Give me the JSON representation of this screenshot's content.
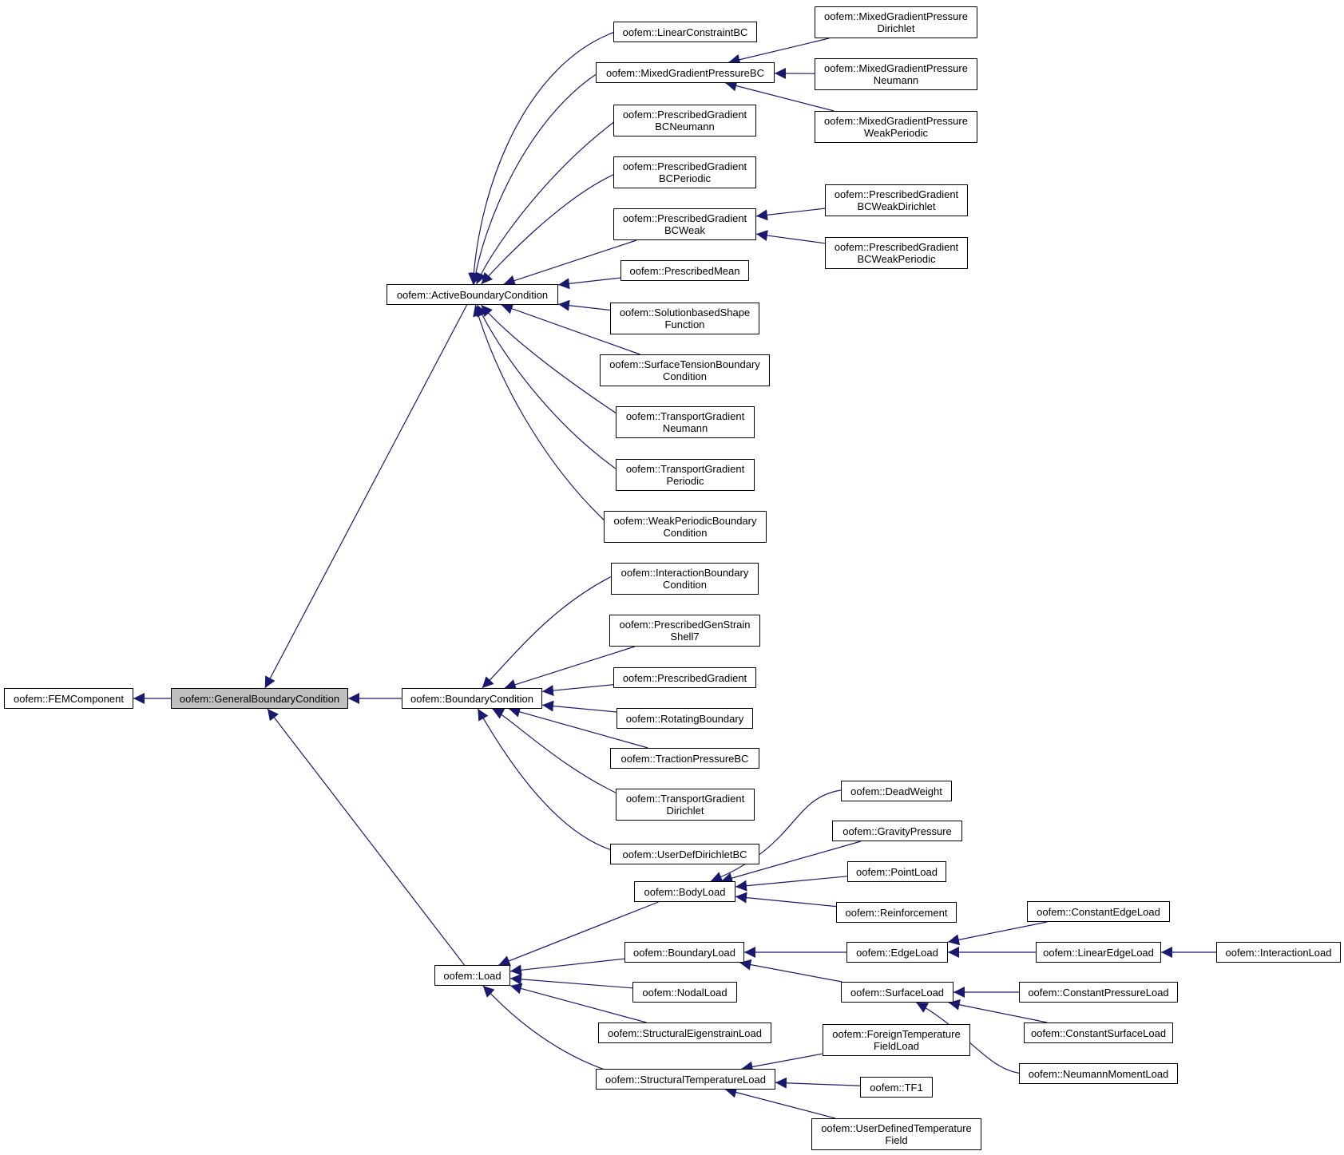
{
  "colors": {
    "edge": "#191970",
    "focus_fill": "#bfbfbf",
    "node_border": "#000000"
  },
  "nodes": {
    "fem": [
      "oofem::FEMComponent"
    ],
    "gbc": [
      "oofem::GeneralBoundaryCondition"
    ],
    "abc": [
      "oofem::ActiveBoundaryCondition"
    ],
    "bc": [
      "oofem::BoundaryCondition"
    ],
    "load": [
      "oofem::Load"
    ],
    "lcbc": [
      "oofem::LinearConstraintBC"
    ],
    "mgpbc": [
      "oofem::MixedGradientPressureBC"
    ],
    "mgpd": [
      "oofem::MixedGradientPressure",
      "Dirichlet"
    ],
    "mgpn": [
      "oofem::MixedGradientPressure",
      "Neumann"
    ],
    "mgpw": [
      "oofem::MixedGradientPressure",
      "WeakPeriodic"
    ],
    "pgbn": [
      "oofem::PrescribedGradient",
      "BCNeumann"
    ],
    "pgbp": [
      "oofem::PrescribedGradient",
      "BCPeriodic"
    ],
    "pgbw": [
      "oofem::PrescribedGradient",
      "BCWeak"
    ],
    "pgbwd": [
      "oofem::PrescribedGradient",
      "BCWeakDirichlet"
    ],
    "pgbwp": [
      "oofem::PrescribedGradient",
      "BCWeakPeriodic"
    ],
    "pmean": [
      "oofem::PrescribedMean"
    ],
    "sbsf": [
      "oofem::SolutionbasedShape",
      "Function"
    ],
    "stbc": [
      "oofem::SurfaceTensionBoundary",
      "Condition"
    ],
    "tgn": [
      "oofem::TransportGradient",
      "Neumann"
    ],
    "tgp": [
      "oofem::TransportGradient",
      "Periodic"
    ],
    "wpbc": [
      "oofem::WeakPeriodicBoundary",
      "Condition"
    ],
    "ibc": [
      "oofem::InteractionBoundary",
      "Condition"
    ],
    "pgs": [
      "oofem::PrescribedGenStrain",
      "Shell7"
    ],
    "pg": [
      "oofem::PrescribedGradient"
    ],
    "rb": [
      "oofem::RotatingBoundary"
    ],
    "tpbc": [
      "oofem::TractionPressureBC"
    ],
    "tgd": [
      "oofem::TransportGradient",
      "Dirichlet"
    ],
    "uddbc": [
      "oofem::UserDefDirichletBC"
    ],
    "bodyload": [
      "oofem::BodyLoad"
    ],
    "deadweight": [
      "oofem::DeadWeight"
    ],
    "gravp": [
      "oofem::GravityPressure"
    ],
    "pointload": [
      "oofem::PointLoad"
    ],
    "reinf": [
      "oofem::Reinforcement"
    ],
    "boundaryload": [
      "oofem::BoundaryLoad"
    ],
    "edgeload": [
      "oofem::EdgeLoad"
    ],
    "cel": [
      "oofem::ConstantEdgeLoad"
    ],
    "lel": [
      "oofem::LinearEdgeLoad"
    ],
    "il": [
      "oofem::InteractionLoad"
    ],
    "surfaceload": [
      "oofem::SurfaceLoad"
    ],
    "cpl": [
      "oofem::ConstantPressureLoad"
    ],
    "csl": [
      "oofem::ConstantSurfaceLoad"
    ],
    "nml": [
      "oofem::NeumannMomentLoad"
    ],
    "nodalload": [
      "oofem::NodalLoad"
    ],
    "sel": [
      "oofem::StructuralEigenstrainLoad"
    ],
    "stl": [
      "oofem::StructuralTemperatureLoad"
    ],
    "ftfl": [
      "oofem::ForeignTemperature",
      "FieldLoad"
    ],
    "tf1": [
      "oofem::TF1"
    ],
    "udtf": [
      "oofem::UserDefinedTemperature",
      "Field"
    ]
  },
  "edges": [
    [
      "gbc",
      "fem"
    ],
    [
      "abc",
      "gbc"
    ],
    [
      "bc",
      "gbc"
    ],
    [
      "load",
      "gbc"
    ],
    [
      "lcbc",
      "abc"
    ],
    [
      "mgpbc",
      "abc"
    ],
    [
      "pgbn",
      "abc"
    ],
    [
      "pgbp",
      "abc"
    ],
    [
      "pgbw",
      "abc"
    ],
    [
      "pmean",
      "abc"
    ],
    [
      "sbsf",
      "abc"
    ],
    [
      "stbc",
      "abc"
    ],
    [
      "tgn",
      "abc"
    ],
    [
      "tgp",
      "abc"
    ],
    [
      "wpbc",
      "abc"
    ],
    [
      "mgpd",
      "mgpbc"
    ],
    [
      "mgpn",
      "mgpbc"
    ],
    [
      "mgpw",
      "mgpbc"
    ],
    [
      "pgbwd",
      "pgbw"
    ],
    [
      "pgbwp",
      "pgbw"
    ],
    [
      "ibc",
      "bc"
    ],
    [
      "pgs",
      "bc"
    ],
    [
      "pg",
      "bc"
    ],
    [
      "rb",
      "bc"
    ],
    [
      "tpbc",
      "bc"
    ],
    [
      "tgd",
      "bc"
    ],
    [
      "uddbc",
      "bc"
    ],
    [
      "bodyload",
      "load"
    ],
    [
      "boundaryload",
      "load"
    ],
    [
      "nodalload",
      "load"
    ],
    [
      "sel",
      "load"
    ],
    [
      "stl",
      "load"
    ],
    [
      "deadweight",
      "bodyload"
    ],
    [
      "gravp",
      "bodyload"
    ],
    [
      "pointload",
      "bodyload"
    ],
    [
      "reinf",
      "bodyload"
    ],
    [
      "edgeload",
      "boundaryload"
    ],
    [
      "surfaceload",
      "boundaryload"
    ],
    [
      "cel",
      "edgeload"
    ],
    [
      "lel",
      "edgeload"
    ],
    [
      "il",
      "lel"
    ],
    [
      "cpl",
      "surfaceload"
    ],
    [
      "csl",
      "surfaceload"
    ],
    [
      "nml",
      "surfaceload"
    ],
    [
      "ftfl",
      "stl"
    ],
    [
      "tf1",
      "stl"
    ],
    [
      "udtf",
      "stl"
    ]
  ]
}
